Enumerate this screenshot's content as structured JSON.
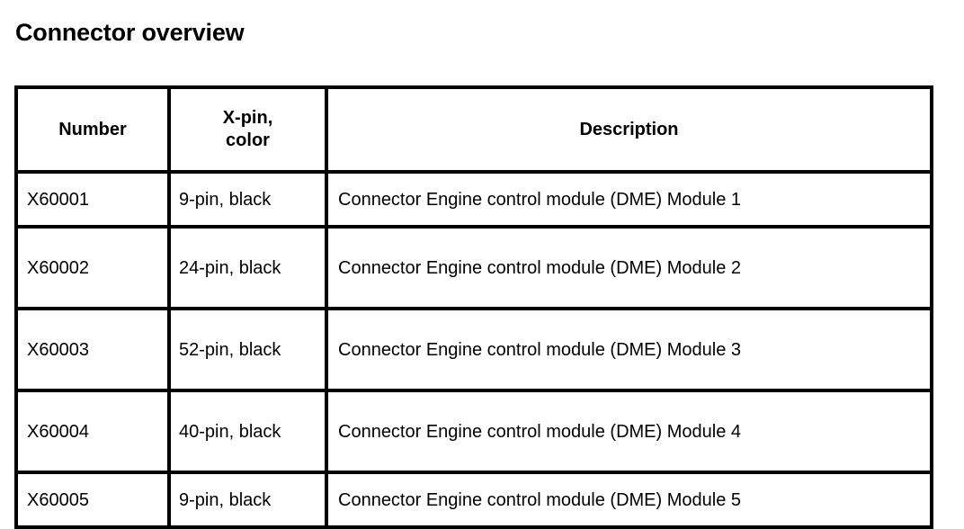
{
  "page": {
    "title": "Connector overview",
    "background_color": "#ffffff",
    "text_color": "#000000",
    "border_color": "#000000"
  },
  "table": {
    "headers": {
      "number": "Number",
      "xpin_color": "X-pin,\ncolor",
      "xpin_color_line1": "X-pin,",
      "xpin_color_line2": "color",
      "description": "Description"
    },
    "rows": [
      {
        "number": "X60001",
        "xpin_color": "9-pin, black",
        "description": "Connector Engine control module (DME) Module 1",
        "wraps": false
      },
      {
        "number": "X60002",
        "xpin_color": "24-pin, black",
        "description": "Connector Engine control module (DME) Module 2",
        "wraps": true
      },
      {
        "number": "X60003",
        "xpin_color": "52-pin, black",
        "description": "Connector Engine control module (DME) Module 3",
        "wraps": true
      },
      {
        "number": "X60004",
        "xpin_color": "40-pin, black",
        "description": "Connector Engine control module (DME) Module 4",
        "wraps": true
      },
      {
        "number": "X60005",
        "xpin_color": "9-pin, black",
        "description": "Connector Engine control module (DME) Module 5",
        "wraps": false
      }
    ]
  }
}
